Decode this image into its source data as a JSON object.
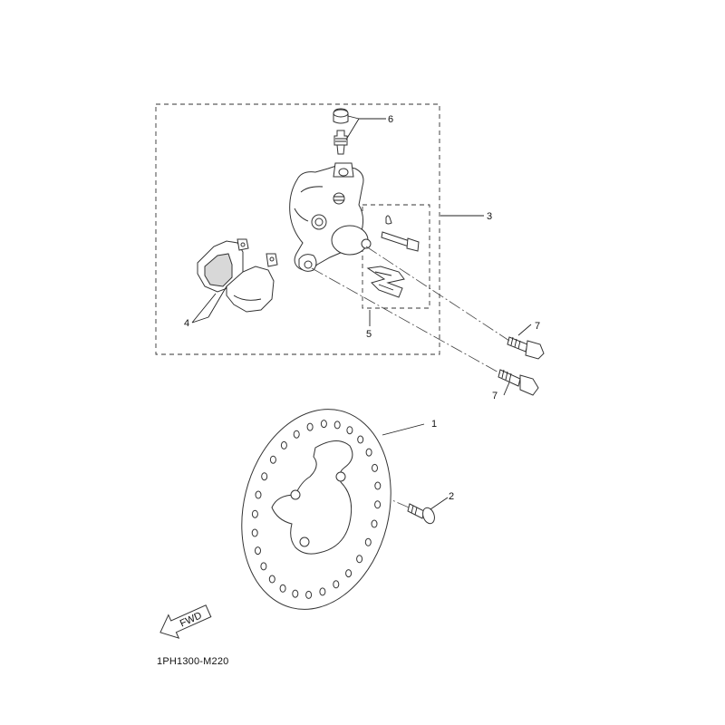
{
  "diagram": {
    "callouts": [
      {
        "id": "1",
        "label": "1"
      },
      {
        "id": "2",
        "label": "2"
      },
      {
        "id": "3",
        "label": "3"
      },
      {
        "id": "4",
        "label": "4"
      },
      {
        "id": "5",
        "label": "5"
      },
      {
        "id": "6",
        "label": "6"
      },
      {
        "id": "7a",
        "label": "7"
      },
      {
        "id": "7b",
        "label": "7"
      }
    ],
    "fwd_label": "FWD",
    "diagram_code": "1PH1300-M220"
  }
}
